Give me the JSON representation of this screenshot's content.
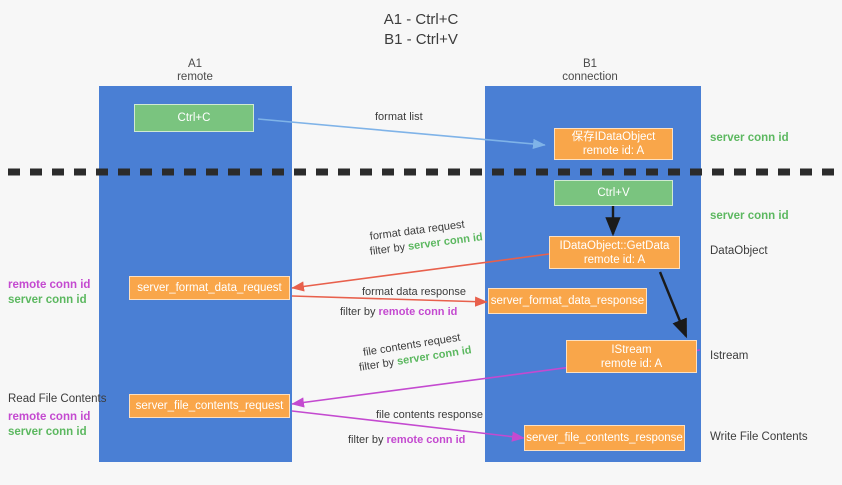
{
  "title": {
    "line1": "A1 - Ctrl+C",
    "line2": "B1 - Ctrl+V"
  },
  "columns": [
    {
      "name": "A1",
      "sub": "remote"
    },
    {
      "name": "B1",
      "sub": "connection"
    }
  ],
  "colors": {
    "column_band": "#4a7fd4",
    "box_orange": "#f9a64a",
    "box_green": "#7ac47f",
    "server_conn_id": "#5cb860",
    "remote_conn_id": "#c44ad0",
    "arrow_blue": "#7fb3e8",
    "arrow_red": "#e8604c",
    "arrow_magenta": "#c44ad0",
    "arrow_black": "#1a1a1a",
    "background": "#f7f7f7"
  },
  "boxes": {
    "ctrl_c": {
      "line1": "Ctrl+C"
    },
    "ctrl_v": {
      "line1": "Ctrl+V"
    },
    "save_idataobject": {
      "line1": "保存IDataObject",
      "line2": "remote id: A"
    },
    "getdata": {
      "line1": "IDataObject::GetData",
      "line2": "remote id: A"
    },
    "istream": {
      "line1": "IStream",
      "line2": "remote id: A"
    },
    "format_data_request": {
      "line1": "server_format_data_request"
    },
    "format_data_response": {
      "line1": "server_format_data_response"
    },
    "file_contents_request": {
      "line1": "server_file_contents_request"
    },
    "file_contents_response": {
      "line1": "server_file_contents_response"
    }
  },
  "side_labels": {
    "right_server_conn_1": "server conn id",
    "right_server_conn_2": "server conn id",
    "right_dataobject": "DataObject",
    "right_istream": "Istream",
    "right_write_file_contents": "Write File Contents",
    "left_remote_conn_1": "remote conn id",
    "left_server_conn_1": "server conn id",
    "left_read_file_contents": "Read File Contents",
    "left_remote_conn_2": "remote conn id",
    "left_server_conn_2": "server conn id"
  },
  "edge_labels": {
    "format_list": "format list",
    "format_data_request": "format data request",
    "filter_by_1": "filter by ",
    "filter_by_1_target": "server conn id",
    "format_data_response": "format data response",
    "filter_by_2": "filter by ",
    "filter_by_2_target": "remote conn id",
    "file_contents_request": "file contents request",
    "filter_by_3": "filter by ",
    "filter_by_3_target": "server conn id",
    "file_contents_response": "file contents response",
    "filter_by_4": "filter by ",
    "filter_by_4_target": "remote conn id"
  }
}
